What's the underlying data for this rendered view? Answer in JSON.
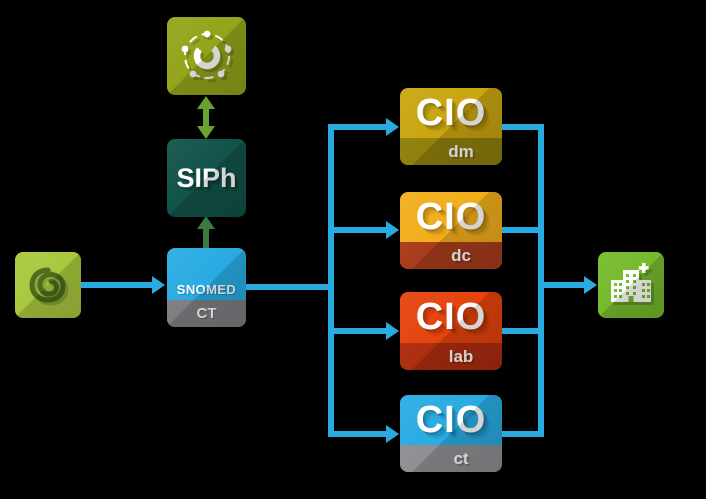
{
  "colors": {
    "background": "#000000",
    "line_blue": "#29abe2",
    "arrow_green_dark": "#3a7a3c",
    "arrow_green_light": "#69a22e",
    "snail_bg": "#a9c83e",
    "snail_glyph": "#4b6b1c",
    "analytics_bg": "#93a41a",
    "analytics_glyph": "#ffffff",
    "siph_bg": "#115349",
    "snomed_bg": "#29abe2",
    "snomed_band": "#7d7f82",
    "cio_dm_bg": "#c9a50e",
    "cio_dm_band": "#90800d",
    "cio_dc_bg": "#f1ae1b",
    "cio_dc_band": "#a83c1c",
    "cio_lab_bg": "#e5430c",
    "cio_lab_band": "#ad2d10",
    "cio_ct_bg": "#29abe2",
    "cio_ct_band": "#8e9093",
    "hospital_bg": "#76ba2c"
  },
  "nodes": {
    "source": {
      "icon": "snail-spiral"
    },
    "analytics": {
      "icon": "donut-chart-network"
    },
    "siph": {
      "label": "SIPh"
    },
    "snomed": {
      "label": "SNOMED",
      "sublabel": "CT"
    },
    "cio_dm": {
      "label": "CIO",
      "sublabel": "dm"
    },
    "cio_dc": {
      "label": "CIO",
      "sublabel": "dc"
    },
    "cio_lab": {
      "label": "CIO",
      "sublabel": "lab"
    },
    "cio_ct": {
      "label": "CIO",
      "sublabel": "ct"
    },
    "hospital": {
      "icon": "hospital-building"
    }
  },
  "edges": [
    {
      "from": "source",
      "to": "snomed",
      "color": "line_blue",
      "type": "arrow"
    },
    {
      "from": "snomed",
      "to": "siph",
      "color": "arrow_green_dark",
      "type": "arrow"
    },
    {
      "from": "siph",
      "to": "analytics",
      "color": "arrow_green_light",
      "type": "double-arrow"
    },
    {
      "from": "snomed",
      "to": "cio_dm",
      "color": "line_blue",
      "type": "arrow"
    },
    {
      "from": "snomed",
      "to": "cio_dc",
      "color": "line_blue",
      "type": "arrow"
    },
    {
      "from": "snomed",
      "to": "cio_lab",
      "color": "line_blue",
      "type": "arrow"
    },
    {
      "from": "snomed",
      "to": "cio_ct",
      "color": "line_blue",
      "type": "arrow"
    },
    {
      "from": "cio_dm",
      "to": "hospital",
      "color": "line_blue",
      "type": "arrow"
    },
    {
      "from": "cio_dc",
      "to": "hospital",
      "color": "line_blue",
      "type": "arrow"
    },
    {
      "from": "cio_lab",
      "to": "hospital",
      "color": "line_blue",
      "type": "arrow"
    },
    {
      "from": "cio_ct",
      "to": "hospital",
      "color": "line_blue",
      "type": "arrow"
    }
  ]
}
